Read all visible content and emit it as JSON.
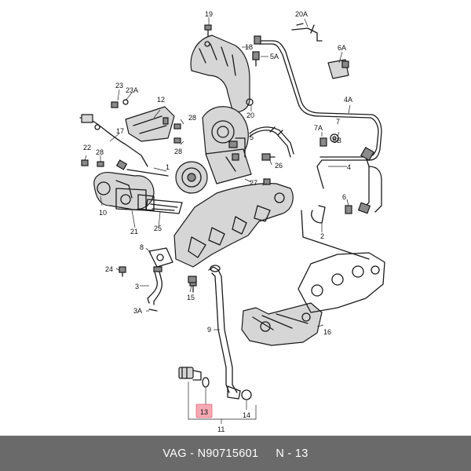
{
  "callouts": {
    "c1": "1",
    "c2": "2",
    "c3": "3",
    "c3a": "3A",
    "c4": "4",
    "c4a": "4A",
    "c5": "5",
    "c5a": "5A",
    "c6": "6",
    "c6a": "6A",
    "c6b": "6B",
    "c7": "7",
    "c7a": "7A",
    "c8": "8",
    "c9": "9",
    "c10": "10",
    "c11": "11",
    "c12": "12",
    "c13": "13",
    "c14": "14",
    "c15": "15",
    "c16": "16",
    "c17": "17",
    "c18": "18",
    "c19": "19",
    "c20": "20",
    "c20a": "20A",
    "c21": "21",
    "c22": "22",
    "c23": "23",
    "c23a": "23A",
    "c24": "24",
    "c25": "25",
    "c26": "26",
    "c27": "27",
    "c28a": "28",
    "c28b": "28",
    "c28c": "28"
  },
  "footer": {
    "brand": "VAG - N90715601",
    "ref": "N - 13"
  },
  "colors": {
    "highlight": "#f49aa6",
    "footer_bg": "#6a6a6a"
  }
}
